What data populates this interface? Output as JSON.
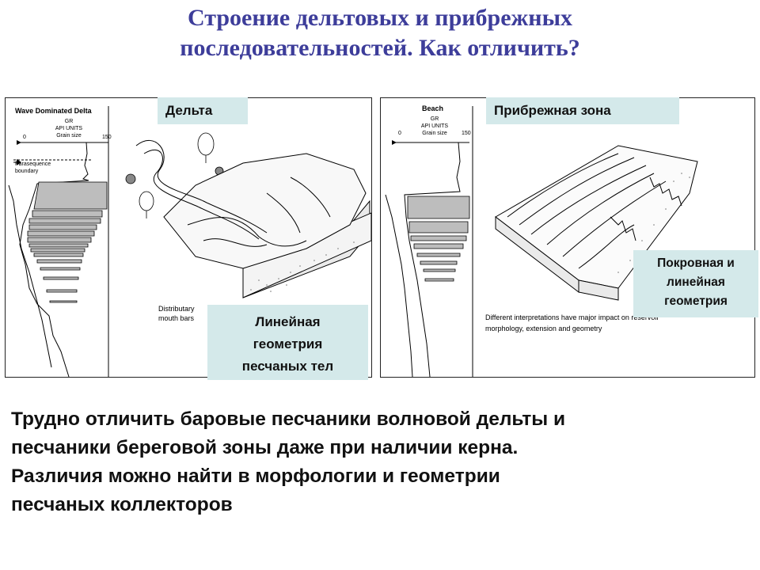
{
  "title": {
    "line1": "Строение дельтовых и прибрежных",
    "line2": "последовательностей. Как отличить?"
  },
  "left_panel": {
    "header": "Wave Dominated Delta",
    "log_label_1": "GR",
    "log_label_2": "API UNITS",
    "log_label_3": "Grain size",
    "scale_min": "0",
    "scale_max": "150",
    "annotation_1": "Parasequence",
    "annotation_2": "boundary",
    "note_1": "Distributary",
    "note_2": "mouth bars",
    "callout_top": "Дельта",
    "callout_bottom": [
      "Линейная",
      "геометрия",
      "песчаных тел"
    ]
  },
  "right_panel": {
    "header": "Beach",
    "log_label_1": "GR",
    "log_label_2": "API UNITS",
    "log_label_3": "Grain size",
    "scale_min": "0",
    "scale_max": "150",
    "note_1": "Different interpretations have major impact on reservoir",
    "note_2": "morphology, extension and geometry",
    "callout_top": "Прибрежная зона",
    "callout_side": [
      "Покровная и",
      "линейная",
      "геометрия"
    ]
  },
  "body": [
    "Трудно отличить баровые песчаники волновой дельты и",
    "песчаники береговой зоны даже при наличии керна.",
    "Различия можно найти в морфологии и геометрии",
    "песчаных коллекторов"
  ],
  "colors": {
    "title": "#3d3d9a",
    "callout_bg": "#d4e9ea",
    "sand_fill": "#bdbdbd"
  }
}
